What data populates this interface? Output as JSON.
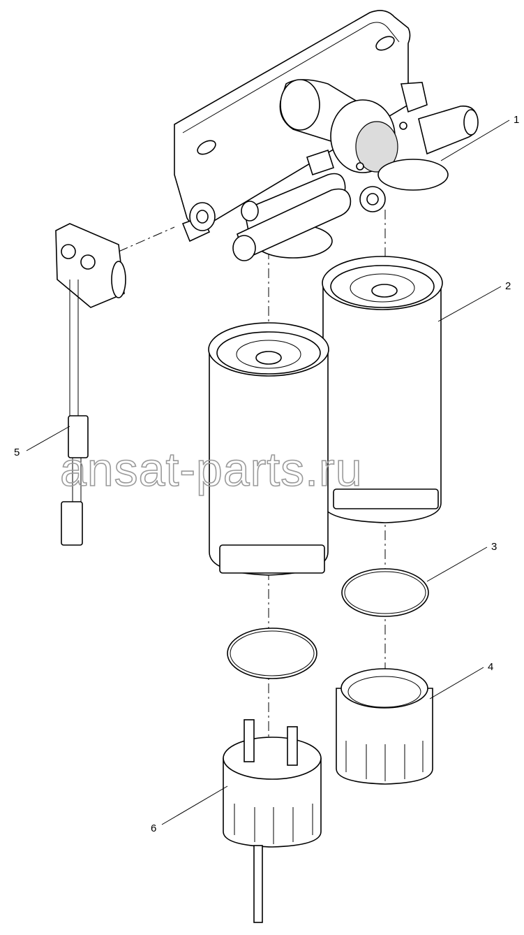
{
  "watermark": "ansat-parts.ru",
  "callouts": [
    {
      "id": "1",
      "label": "1"
    },
    {
      "id": "2",
      "label": "2"
    },
    {
      "id": "3",
      "label": "3"
    },
    {
      "id": "4",
      "label": "4"
    },
    {
      "id": "5",
      "label": "5"
    },
    {
      "id": "6",
      "label": "6"
    }
  ]
}
